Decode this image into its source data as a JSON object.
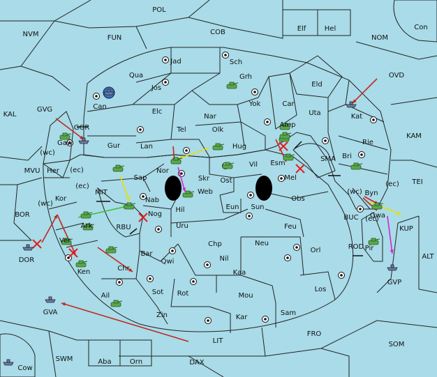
{
  "colors": {
    "sea": "#a9dbe8",
    "green": "#9dc28d",
    "red": "#c08a7c",
    "tan": "#e6c59b",
    "gray": "#8c8c8c",
    "white_center": "#ffffff",
    "unit_army": "#58a84a",
    "unit_fleet": "#6a7fa0",
    "arrow_red": "#c0281c",
    "arrow_yellow": "#e8e000",
    "arrow_pink": "#d028d0",
    "arrow_green": "#3cc03c",
    "x_red": "#e02020"
  },
  "sea_labels": [
    "POL",
    "NVM",
    "FUN",
    "COB",
    "NOM",
    "OVD",
    "KAL",
    "GVG",
    "GOR",
    "MVU",
    "BOR",
    "MIT",
    "RBU",
    "SMA",
    "TEI",
    "KAM",
    "BUC",
    "ROD",
    "ALT",
    "FRO",
    "SOM",
    "LIT",
    "SWM",
    "DAX",
    "DOR",
    "GVA",
    "GVP",
    "KUP"
  ],
  "land_labels": [
    "Jad",
    "Sch",
    "Qua",
    "Jos",
    "Grh",
    "Can",
    "Eld",
    "Car",
    "Yok",
    "Elc",
    "Nar",
    "Uta",
    "Kat",
    "Amp",
    "Tel",
    "Olk",
    "Gur",
    "Lan",
    "Hug",
    "Rie",
    "Bri",
    "Esm",
    "Vil",
    "Nor",
    "Skr",
    "Ost",
    "Mel",
    "Sap",
    "Web",
    "Obs",
    "Nab",
    "Her",
    "Gaw",
    "Kor",
    "Eun",
    "Sun",
    "Ark",
    "Nog",
    "Hil",
    "Uru",
    "Feu",
    "Pir",
    "Gwa",
    "Byn",
    "Bar",
    "Qwi",
    "Chp",
    "Neu",
    "Orl",
    "Ver",
    "Ken",
    "Chr",
    "Nil",
    "Kaa",
    "Sot",
    "Rot",
    "Mou",
    "Ail",
    "Los",
    "Zin",
    "Kar",
    "Sam",
    "Elf",
    "Hel",
    "Con",
    "Aba",
    "Orn",
    "Cow"
  ],
  "coast_labels": [
    "(wc)",
    "(ec)",
    "(ec)",
    "(wc)",
    "(wc)",
    "(ec)",
    "(ec)"
  ],
  "units": {
    "armies": 22,
    "fleets": 7
  }
}
